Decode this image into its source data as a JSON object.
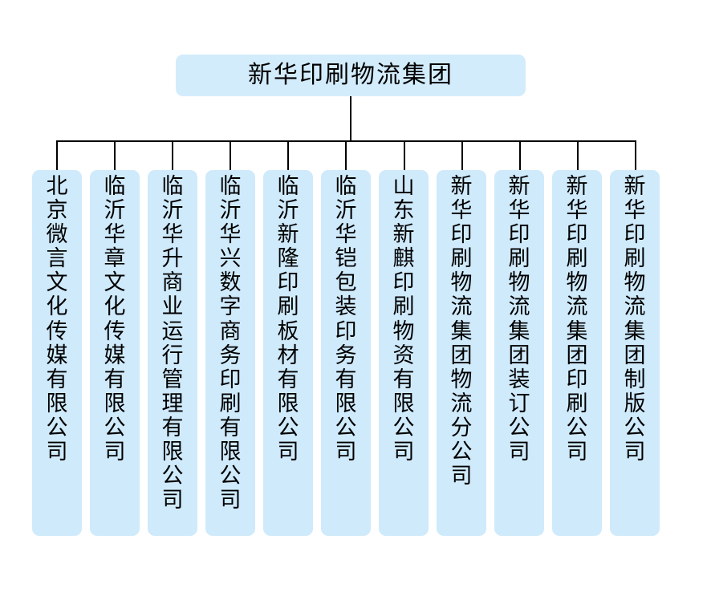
{
  "diagram": {
    "type": "organizational-chart",
    "orientation": "top-down",
    "node_fill_color": "#cfeafb",
    "root_fill_color": "#d3ecfc",
    "connector_color": "#000000",
    "background_color": "#ffffff",
    "root": {
      "label": "新华印刷物流集团"
    },
    "children": [
      {
        "label": "北京微言文化传媒有限公司"
      },
      {
        "label": "临沂华章文化传媒有限公司"
      },
      {
        "label": "临沂华升商业运行管理有限公司"
      },
      {
        "label": "临沂华兴数字商务印刷有限公司"
      },
      {
        "label": "临沂新隆印刷板材有限公司"
      },
      {
        "label": "临沂华铠包装印务有限公司"
      },
      {
        "label": "山东新麒印刷物资有限公司"
      },
      {
        "label": "新华印刷物流集团物流分公司"
      },
      {
        "label": "新华印刷物流集团装订公司"
      },
      {
        "label": "新华印刷物流集团印刷公司"
      },
      {
        "label": "新华印刷物流集团制版公司"
      }
    ]
  }
}
